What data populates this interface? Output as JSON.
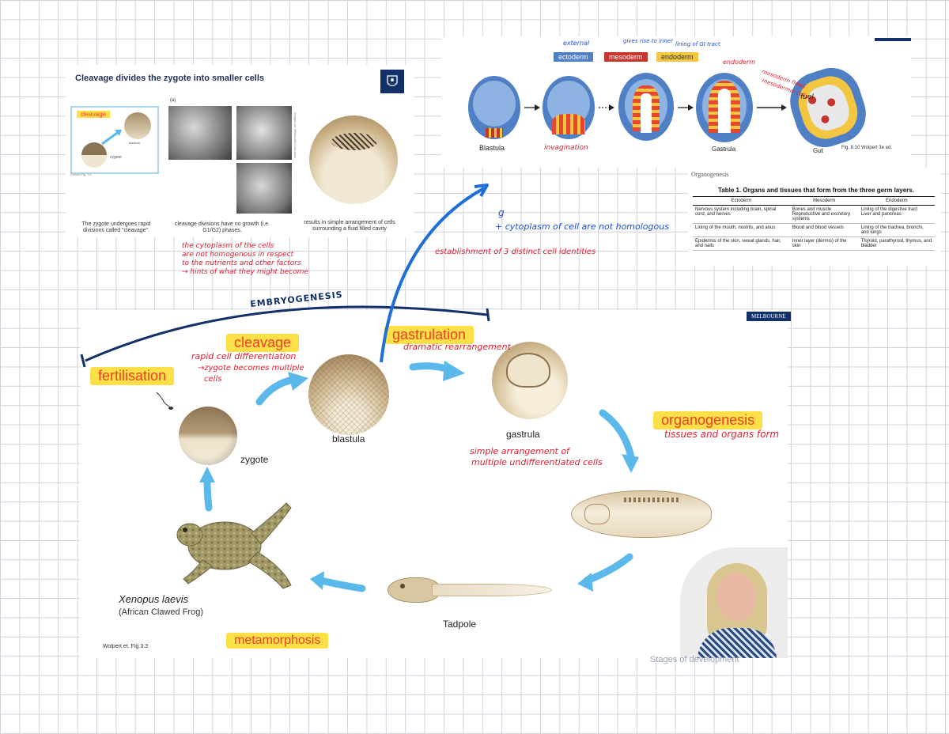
{
  "slide1": {
    "title": "Cleavage divides the zygote into smaller cells",
    "inset_label": "cleavage",
    "inset_blastula": "blastula",
    "inset_zygote": "zygote",
    "inset_credit": "Purves Fig. 3.1",
    "panel_label": "(a)",
    "side_credit": "Images via Wikimedia Commons",
    "caption1": "The zygote undergoes rapid divisions called \"cleavage\".",
    "caption2": "cleavage divisions have no growth (i.e. G1/G2) phases.",
    "caption3": "results in simple arrangement of cells surrounding a fluid filled cavity",
    "note_lines": [
      "the cytoplasm of the cells",
      "are not homogenous in respect",
      "to the nutrients and other factors",
      "→ hints of what they might become"
    ]
  },
  "slide2": {
    "germ_layers": [
      "ectoderm",
      "mesoderm",
      "endoderm"
    ],
    "germ_notes": [
      "external",
      "gives rise to inner",
      "lining of GI tract"
    ],
    "stage_labels": [
      "Blastula",
      "Gastrula",
      "Gut"
    ],
    "figure_credit": "Fig. 8.10  Wolpert 3e ed.",
    "notes": [
      "invagination",
      "endoderm",
      "mesoderm flows",
      "mesodermal cells",
      "fuel"
    ]
  },
  "organogenesis_table": {
    "heading": "Organogenesis",
    "caption": "Table 1. Organs and tissues that form from the three germ layers.",
    "columns": [
      "Ectoderm",
      "Mesoderm",
      "Endoderm"
    ],
    "rows": [
      [
        "Nervous system including brain, spinal cord, and nerves",
        "Bones and muscle\nReproductive and excretory systems",
        "Lining of the digestive tract\nLiver and pancreas"
      ],
      [
        "Lining of the mouth, nostrils, and anus",
        "Blood and blood vessels",
        "Lining of the trachea, bronchi, and lungs"
      ],
      [
        "Epidermis of the skin, sweat glands, hair, and nails",
        "Inner layer (dermis) of the skin",
        "Thyroid, parathyroid, thymus, and bladder"
      ]
    ]
  },
  "middle_notes": {
    "g_mark": "g",
    "cytoplasm_note": "+ cytoplasm of cell are not homologous",
    "establishment_note": "establishment of 3 distinct cell identities"
  },
  "main": {
    "university_logo": "MELBOURNE",
    "embryogenesis": "EMBRYOGENESIS",
    "stages": {
      "fertilisation": "fertilisation",
      "cleavage": "cleavage",
      "gastrulation": "gastrulation",
      "organogenesis": "organogenesis",
      "metamorphosis": "metamorphosis"
    },
    "labels": {
      "zygote": "zygote",
      "blastula": "blastula",
      "gastrula": "gastrula",
      "tadpole": "Tadpole",
      "species": "Xenopus laevis",
      "common_name": "(African Clawed Frog)",
      "credit": "Wolpert et. Fig 3.3"
    },
    "notes": {
      "cleavage_1": "rapid cell differentiation",
      "cleavage_2": "→zygote becomes multiple",
      "cleavage_3": "cells",
      "gastrulation": "dramatic rearrangement",
      "organogenesis": "tissues and organs form",
      "gastrula_1": "simple arrangement of",
      "gastrula_2": "multiple undifferentiated cells"
    },
    "video_caption": "Stages of development"
  },
  "colors": {
    "arrow": "#5bb8ea",
    "note_red": "#e11d2f",
    "note_blue": "#1d4ed8",
    "highlight": "#fde047",
    "navy": "#12306a"
  }
}
